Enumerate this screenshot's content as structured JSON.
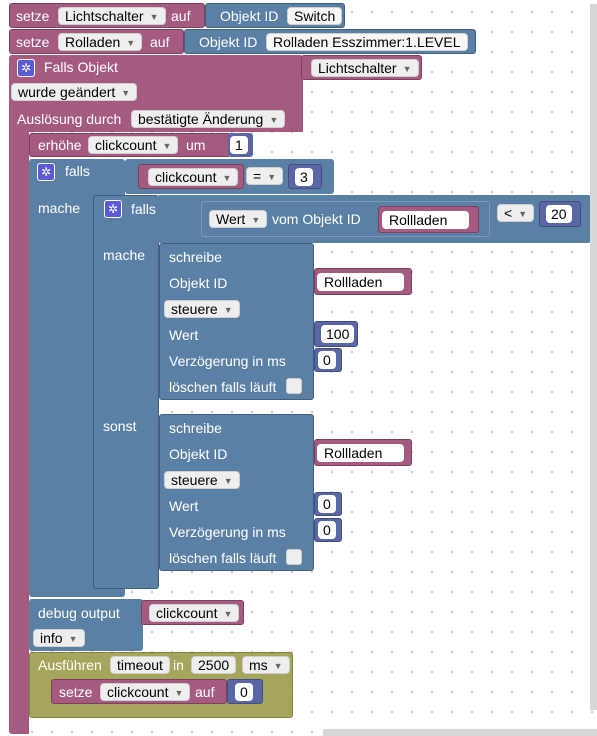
{
  "colors": {
    "variable": "#a55b80",
    "control": "#5b80a5",
    "math": "#5b67a5",
    "timeout": "#a5a55b"
  },
  "set1": {
    "setze": "setze",
    "var": "Lichtschalter",
    "auf": "auf",
    "objid": "Objekt ID",
    "val": "Switch"
  },
  "set2": {
    "setze": "setze",
    "var": "Rolladen",
    "auf": "auf",
    "objid": "Objekt ID",
    "val": "Rolladen Esszimmer:1.LEVEL"
  },
  "trigger": {
    "title": "Falls Objekt",
    "var": "Lichtschalter",
    "event": "wurde geändert",
    "by_label": "Auslösung durch",
    "by": "bestätigte Änderung"
  },
  "incr": {
    "label": "erhöhe",
    "var": "clickcount",
    "um": "um",
    "val": "1"
  },
  "if1": {
    "falls": "falls",
    "mache": "mache",
    "var": "clickcount",
    "op": "=",
    "val": "3"
  },
  "if2": {
    "falls": "falls",
    "mache": "mache",
    "sonst": "sonst",
    "field": "Wert",
    "from": "vom Objekt ID",
    "obj": "Rollladen",
    "op": "<",
    "val": "20"
  },
  "write1": {
    "title": "schreibe",
    "objid": "Objekt ID",
    "obj": "Rollladen",
    "mode": "steuere",
    "wert": "Wert",
    "val": "100",
    "delay": "Verzögerung in ms",
    "delay_val": "0",
    "clear": "löschen falls läuft"
  },
  "write2": {
    "title": "schreibe",
    "objid": "Objekt ID",
    "obj": "Rollladen",
    "mode": "steuere",
    "wert": "Wert",
    "val": "0",
    "delay": "Verzögerung in ms",
    "delay_val": "0",
    "clear": "löschen falls läuft"
  },
  "debug": {
    "label": "debug output",
    "var": "clickcount",
    "level": "info"
  },
  "timeout": {
    "label": "Ausführen",
    "name": "timeout",
    "in": "in",
    "ms_val": "2500",
    "unit": "ms"
  },
  "reset": {
    "setze": "setze",
    "var": "clickcount",
    "auf": "auf",
    "val": "0"
  }
}
